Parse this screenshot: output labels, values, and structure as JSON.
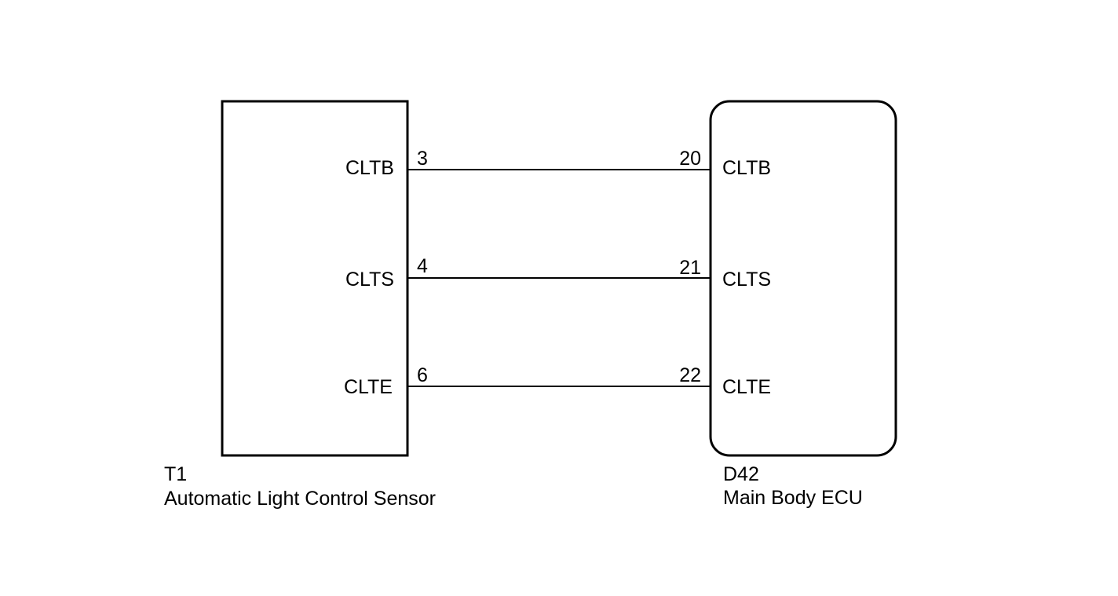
{
  "left_component": {
    "id": "T1",
    "name": "Automatic Light Control Sensor"
  },
  "right_component": {
    "id": "D42",
    "name": "Main Body ECU"
  },
  "connections": [
    {
      "left_signal": "CLTB",
      "left_pin": "3",
      "right_pin": "20",
      "right_signal": "CLTB"
    },
    {
      "left_signal": "CLTS",
      "left_pin": "4",
      "right_pin": "21",
      "right_signal": "CLTS"
    },
    {
      "left_signal": "CLTE",
      "left_pin": "6",
      "right_pin": "22",
      "right_signal": "CLTE"
    }
  ],
  "colors": {
    "line": "#000000",
    "background": "#ffffff"
  }
}
